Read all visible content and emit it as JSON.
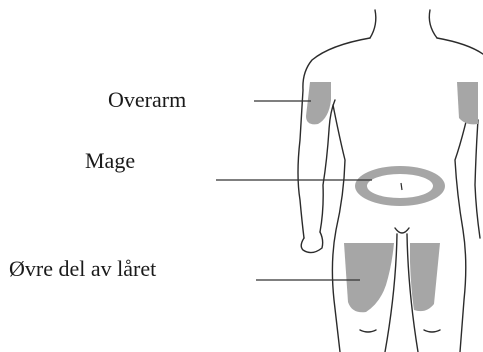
{
  "labels": {
    "upper_arm": "Overarm",
    "abdomen": "Mage",
    "upper_thigh": "Øvre del av låret"
  },
  "colors": {
    "outline": "#2b2b2b",
    "injection_area": "#a6a6a6",
    "leader_line": "#333333",
    "text": "#1a1a1a"
  }
}
